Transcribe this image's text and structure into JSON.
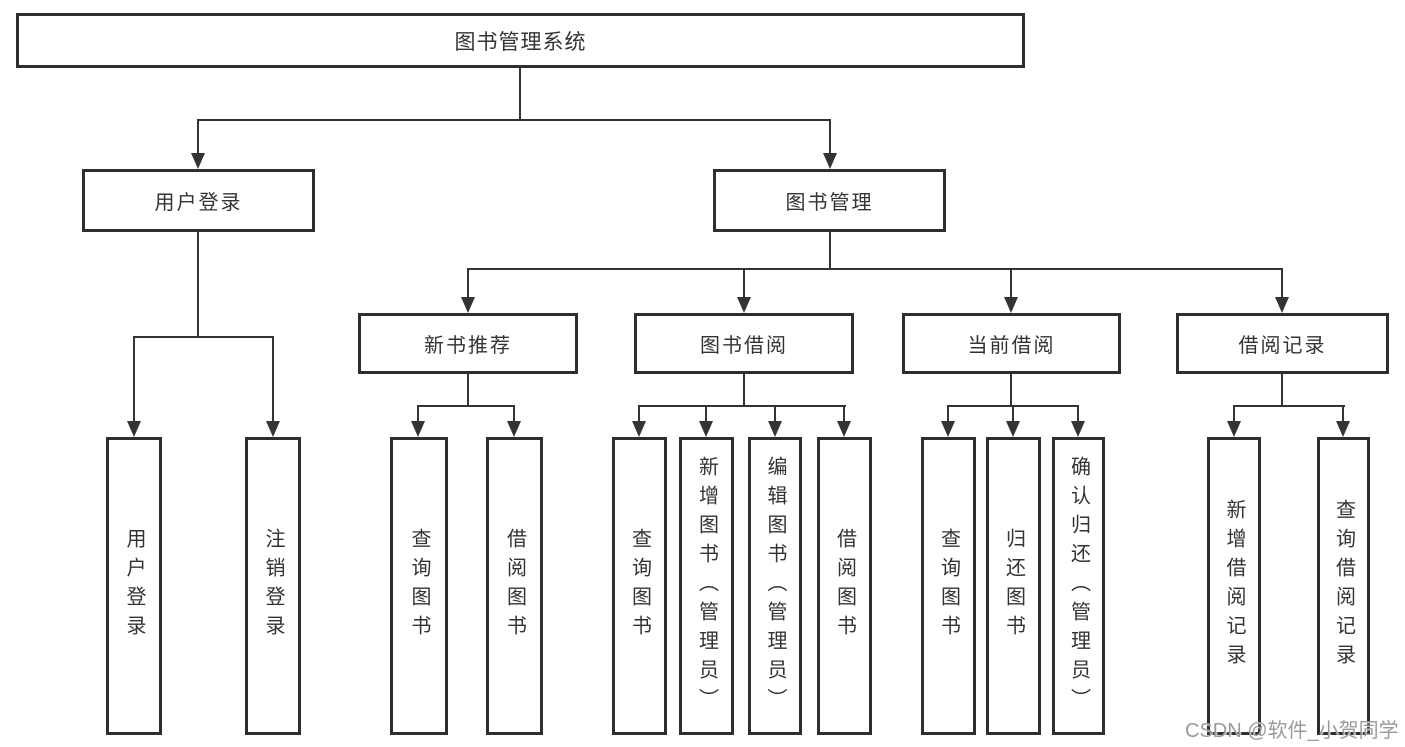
{
  "diagram": {
    "root": {
      "label": "图书管理系统"
    },
    "level2": [
      {
        "label": "用户登录"
      },
      {
        "label": "图书管理"
      }
    ],
    "level3": [
      {
        "label": "新书推荐"
      },
      {
        "label": "图书借阅"
      },
      {
        "label": "当前借阅"
      },
      {
        "label": "借阅记录"
      }
    ],
    "leaves": [
      {
        "label": "用户登录"
      },
      {
        "label": "注销登录"
      },
      {
        "label": "查询图书"
      },
      {
        "label": "借阅图书"
      },
      {
        "label": "查询图书"
      },
      {
        "label": "新增图书（管理员）"
      },
      {
        "label": "编辑图书（管理员）"
      },
      {
        "label": "借阅图书"
      },
      {
        "label": "查询图书"
      },
      {
        "label": "归还图书"
      },
      {
        "label": "确认归还（管理员）"
      },
      {
        "label": "新增借阅记录"
      },
      {
        "label": "查询借阅记录"
      }
    ]
  },
  "watermark": {
    "text": "CSDN @软件_小贺同学"
  },
  "colors": {
    "line": "#333333",
    "border": "#2e2e2e",
    "text": "#333333",
    "background": "#ffffff",
    "watermark": "#9a9a9a"
  }
}
